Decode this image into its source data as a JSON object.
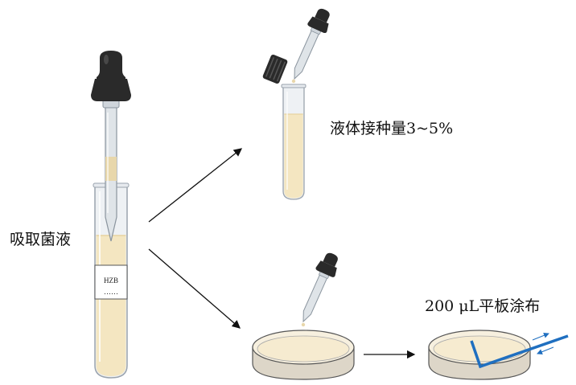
{
  "labels": {
    "draw_culture": "吸取菌液",
    "liquid_inoculation": "液体接种量3~5%",
    "plate_spreading": "200 μL平板涂布"
  },
  "tube": {
    "label_code": "HZB",
    "label_dots": "……"
  },
  "colors": {
    "medium": "#f4e6c1",
    "dropper_bulb": "#2a2a2a",
    "spreader": "#1f6fc0",
    "petri_base": "#ddd6c8"
  }
}
